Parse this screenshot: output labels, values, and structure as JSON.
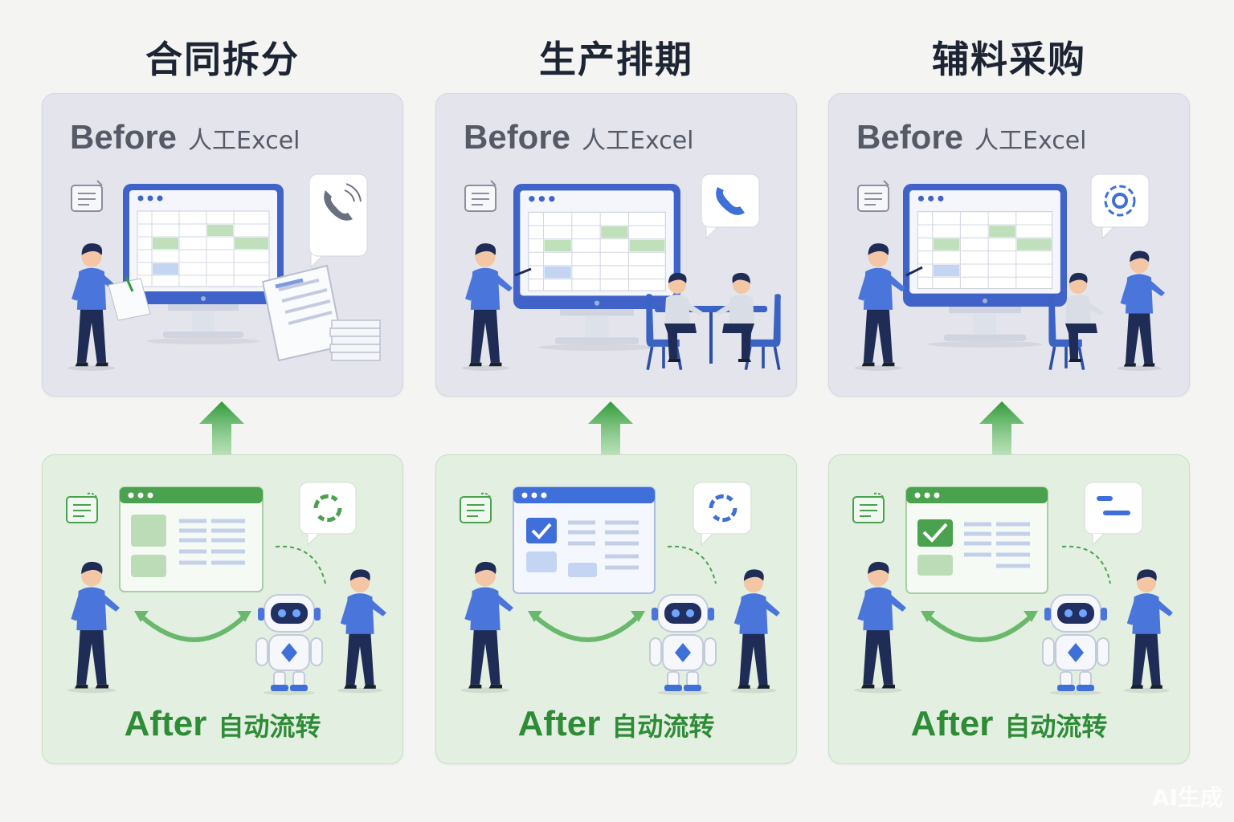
{
  "columns": [
    {
      "title": "合同拆分",
      "before": {
        "label": "Before",
        "sub": "人工Excel",
        "bubble_icon": "phone-icon"
      },
      "after": {
        "label": "After",
        "sub": "自动流转",
        "bubble_icon": "sync-icon",
        "window_color": "#4aa24f"
      }
    },
    {
      "title": "生产排期",
      "before": {
        "label": "Before",
        "sub": "人工Excel",
        "bubble_icon": "phone-icon"
      },
      "after": {
        "label": "After",
        "sub": "自动流转",
        "bubble_icon": "sync-icon",
        "window_color": "#3f6fd8"
      }
    },
    {
      "title": "辅料采购",
      "before": {
        "label": "Before",
        "sub": "人工Excel",
        "bubble_icon": "target-icon"
      },
      "after": {
        "label": "After",
        "sub": "自动流转",
        "bubble_icon": "route-icon",
        "window_color": "#4aa24f"
      }
    }
  ],
  "colors": {
    "accent_green": "#2e8b36",
    "accent_blue": "#3f6fd8",
    "before_bg": "#e4e5ec",
    "after_bg": "#e3efe1"
  },
  "watermark": "AI生成"
}
